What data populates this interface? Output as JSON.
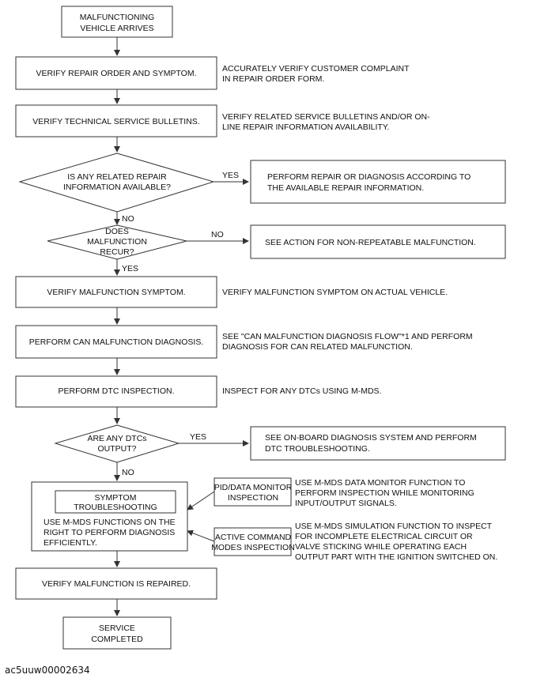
{
  "flow": {
    "start": [
      "MALFUNCTIONING",
      "VEHICLE ARRIVES"
    ],
    "verify_ro": "VERIFY REPAIR ORDER AND SYMPTOM.",
    "verify_ro_note": [
      "ACCURATELY VERIFY CUSTOMER COMPLAINT",
      "IN REPAIR ORDER FORM."
    ],
    "verify_tsb": "VERIFY TECHNICAL SERVICE BULLETINS.",
    "verify_tsb_note": [
      "VERIFY RELATED SERVICE BULLETINS AND/OR ON-",
      "LINE REPAIR INFORMATION AVAILABILITY."
    ],
    "decision_info": [
      "IS ANY RELATED REPAIR",
      "INFORMATION AVAILABLE?"
    ],
    "yes": "YES",
    "no": "NO",
    "perform_repair": [
      "PERFORM REPAIR OR DIAGNOSIS ACCORDING TO",
      "THE AVAILABLE REPAIR INFORMATION."
    ],
    "decision_recur": [
      "DOES",
      "MALFUNCTION",
      "RECUR?"
    ],
    "non_repeatable": "SEE ACTION FOR NON-REPEATABLE MALFUNCTION.",
    "verify_symptom": "VERIFY MALFUNCTION SYMPTOM.",
    "verify_symptom_note": "VERIFY MALFUNCTION SYMPTOM ON ACTUAL VEHICLE.",
    "can_diag": "PERFORM CAN MALFUNCTION DIAGNOSIS.",
    "can_diag_note": [
      "SEE \"CAN MALFUNCTION DIAGNOSIS FLOW\"*1 AND PERFORM",
      "DIAGNOSIS FOR CAN RELATED MALFUNCTION."
    ],
    "dtc_inspection": "PERFORM DTC INSPECTION.",
    "dtc_inspection_note": "INSPECT FOR ANY DTCs USING M-MDS.",
    "decision_dtc": [
      "ARE ANY DTCs",
      "OUTPUT?"
    ],
    "obd_box": [
      "SEE ON-BOARD DIAGNOSIS SYSTEM AND PERFORM",
      "DTC TROUBLESHOOTING."
    ],
    "symptom_title": [
      "SYMPTOM",
      "TROUBLESHOOTING"
    ],
    "symptom_body": [
      "USE M-MDS FUNCTIONS ON THE",
      "RIGHT TO PERFORM DIAGNOSIS",
      "EFFICIENTLY."
    ],
    "pid_box": [
      "PID/DATA MONITOR",
      "INSPECTION"
    ],
    "pid_note": [
      "USE M-MDS DATA MONITOR FUNCTION TO",
      "PERFORM INSPECTION WHILE MONITORING",
      "INPUT/OUTPUT SIGNALS."
    ],
    "active_box": [
      "ACTIVE COMMAND",
      "MODES INSPECTION"
    ],
    "active_note": [
      "USE M-MDS SIMULATION FUNCTION TO INSPECT",
      "FOR INCOMPLETE ELECTRICAL CIRCUIT OR",
      "VALVE STICKING WHILE OPERATING EACH",
      "OUTPUT PART WITH THE IGNITION SWITCHED ON."
    ],
    "verify_repaired": "VERIFY MALFUNCTION IS REPAIRED.",
    "end": [
      "SERVICE",
      "COMPLETED"
    ]
  },
  "image_code": "ac5uuw00002634"
}
